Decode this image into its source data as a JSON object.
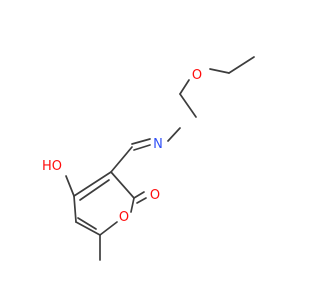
{
  "molecule": {
    "atom_labels": {
      "ether_oxygen": "O",
      "imine_nitrogen": "N",
      "hydroxyl": "HO",
      "carbonyl_oxygen": "O",
      "ring_oxygen": "O"
    },
    "colors": {
      "bond": "#3d3d3d",
      "oxygen": "#ff0d0d",
      "nitrogen": "#3050f8"
    }
  }
}
